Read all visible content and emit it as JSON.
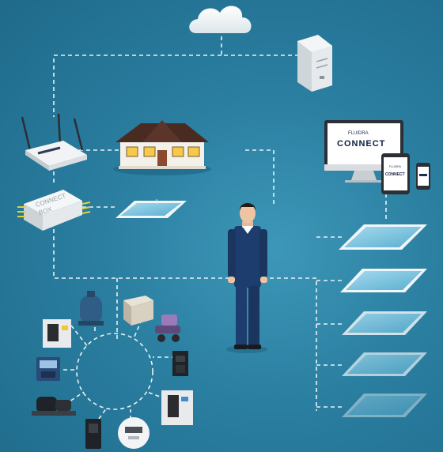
{
  "connect_box": {
    "line1": "CONNECT",
    "line2": "BOX"
  },
  "monitor": {
    "brand": "FLUIDRA",
    "product": "CONNECT"
  },
  "tablet": {
    "brand": "FLUIDRA",
    "product": "CONNECT"
  },
  "colors": {
    "background": "#2a7ea0",
    "connector_line": "#e8f2f6",
    "pool_water": "#7cc3df",
    "pool_frame": "#f2f6f8",
    "worker_suit": "#1d3d6e",
    "roof": "#4a2b22"
  },
  "icons": [
    "cloud-icon",
    "server-icon",
    "router-icon",
    "house-icon",
    "connect-box-icon",
    "worker-icon",
    "pool-icon",
    "filter-icon",
    "controller-icon",
    "pump-icon",
    "heat-pump-icon",
    "chlorinator-icon",
    "valve-icon",
    "meter-icon"
  ]
}
